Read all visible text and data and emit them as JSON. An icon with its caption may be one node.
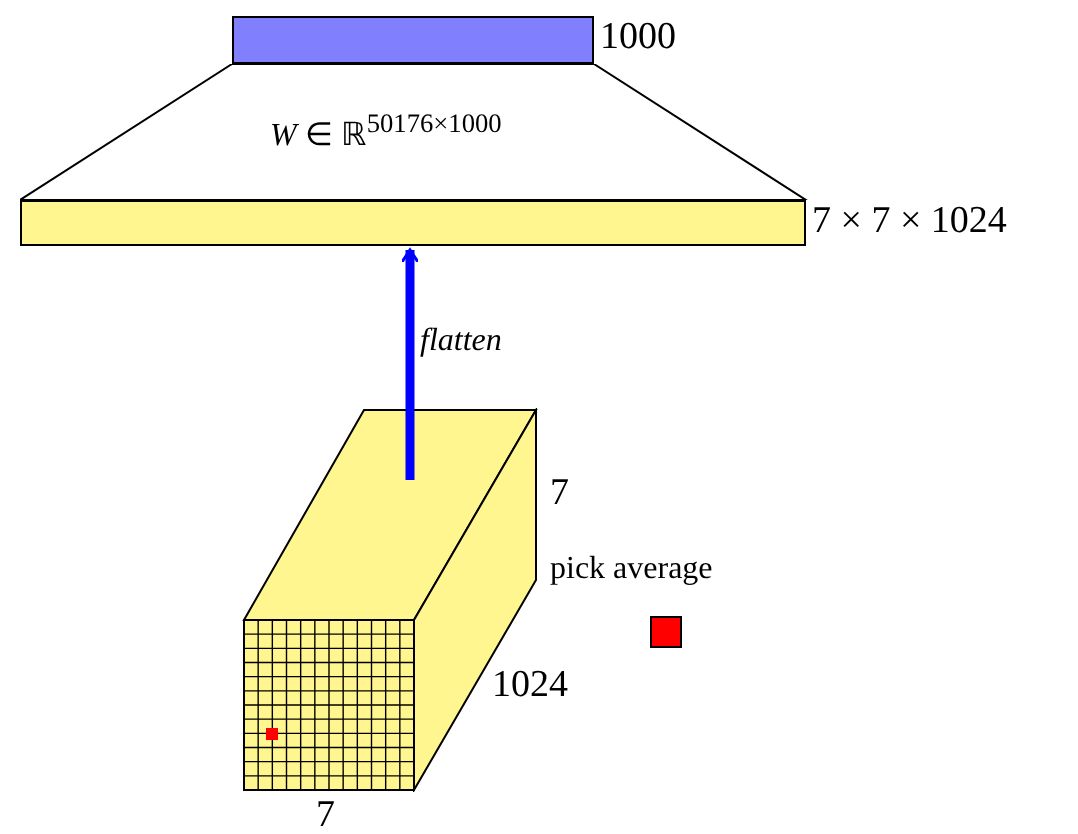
{
  "diagram": {
    "nodes": [
      {
        "text": [],
        "shape": "bar",
        "beside": [
          "1000"
        ]
      },
      {
        "text": [
          "*W* ∈ ℝ$^{50176×1000}$"
        ]
      },
      {
        "text": [],
        "shape": "bar",
        "beside": [
          "7 × 7 × 1024"
        ]
      },
      {
        "text": [],
        "shape": "box",
        "beside": [
          "7",
          "1024",
          "7"
        ]
      }
    ],
    "edges": [
      {
        "from": 3,
        "to": 2,
        "arrow": "to",
        "label": "flatten"
      }
    ],
    "labels": [
      "pick average"
    ]
  }
}
